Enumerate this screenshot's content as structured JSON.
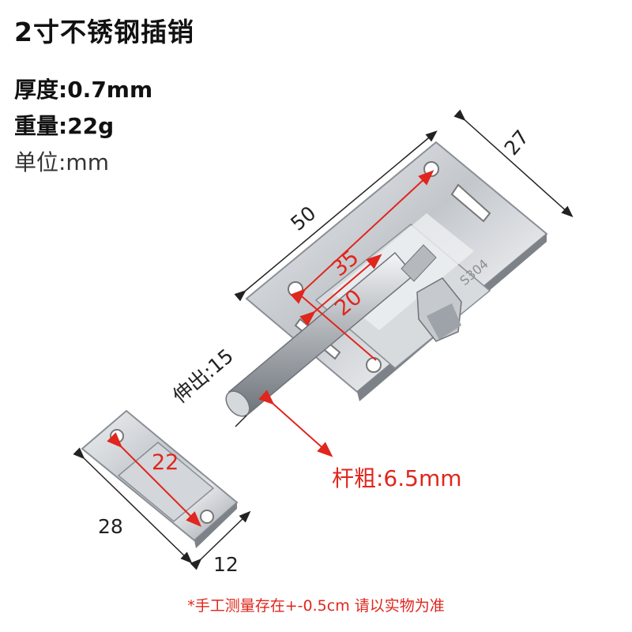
{
  "header": {
    "title": "2寸不锈钢插销"
  },
  "specs": {
    "thickness": "厚度:0.7mm",
    "weight": "重量:22g",
    "unit": "单位:mm"
  },
  "dimensions": {
    "plate_length": "50",
    "plate_width": "27",
    "slot_length": "35",
    "bolt_length": "20",
    "extension": "伸出:15",
    "rod_diameter": "杆粗:6.5mm",
    "keeper_hole_span": "22",
    "keeper_length": "28",
    "keeper_width": "12"
  },
  "stamp": {
    "material_mark": "S304"
  },
  "footer": {
    "note": "*手工测量存在+-0.5cm 请以实物为准"
  },
  "colors": {
    "accent_red": "#e0261d",
    "dimension_line": "#222222",
    "steel": "#c9ccd0"
  }
}
